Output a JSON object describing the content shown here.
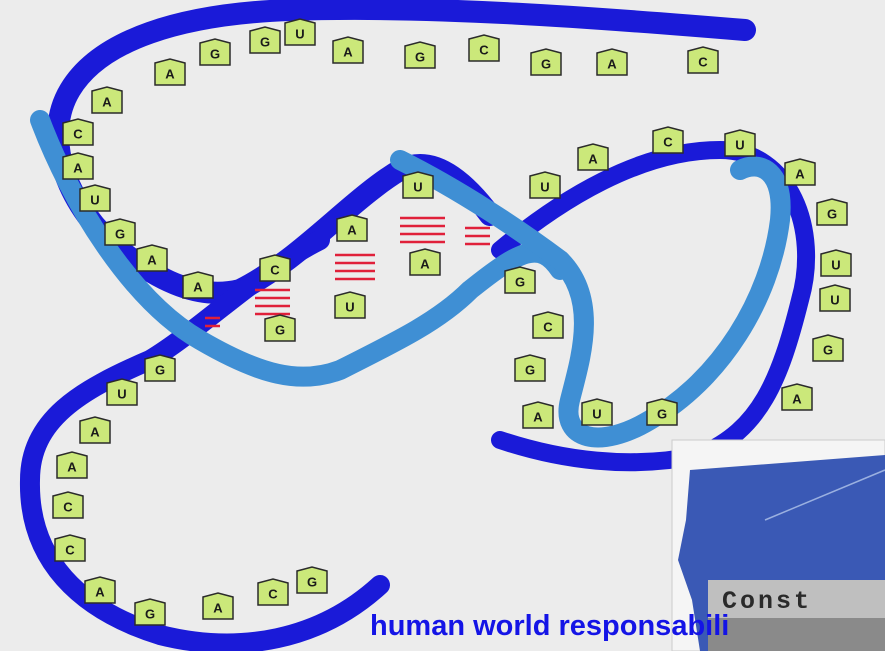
{
  "figure": {
    "caption": "human world responsabili",
    "inset_label": "Const",
    "bases": [
      "A",
      "G",
      "G",
      "U",
      "A",
      "G",
      "C",
      "G",
      "A",
      "C",
      "A",
      "C",
      "A",
      "U",
      "G",
      "A",
      "A",
      "C",
      "G",
      "A",
      "U",
      "U",
      "A",
      "U",
      "A",
      "C",
      "U",
      "A",
      "G",
      "U",
      "U",
      "G",
      "A",
      "G",
      "C",
      "G",
      "A",
      "U",
      "G",
      "G",
      "U",
      "A",
      "A",
      "C",
      "C",
      "A",
      "G",
      "A",
      "C",
      "G"
    ],
    "colors": {
      "outer_strand": "#1a1ad8",
      "inner_strand": "#3f8fd4",
      "base_fill": "#cbe87a",
      "base_stroke": "#2b2b2b",
      "hydrogen_bond": "#e0203a",
      "caption": "#1414e6",
      "inset_map": "#3a59b5"
    }
  }
}
